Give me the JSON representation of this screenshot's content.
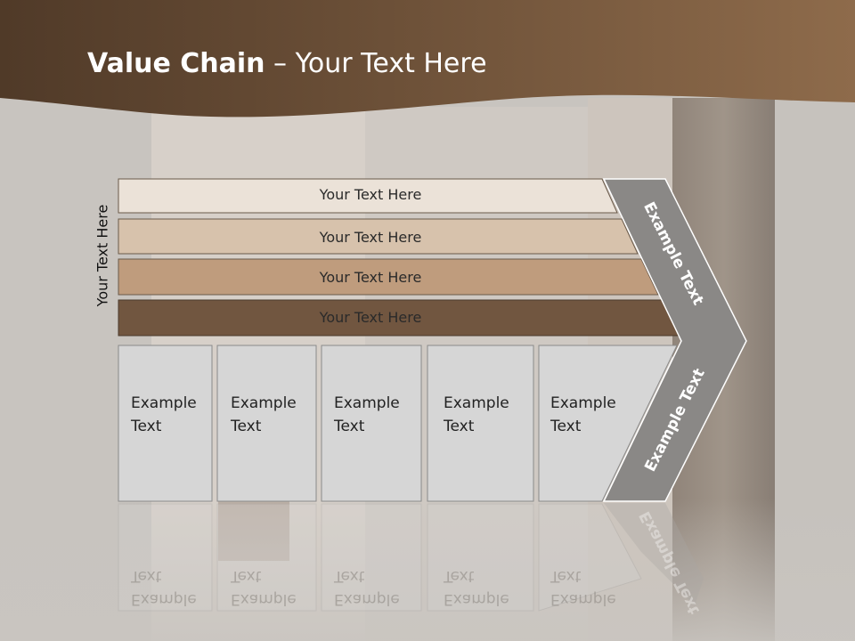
{
  "slide": {
    "title_bold": "Value Chain",
    "title_rest": " – Your Text Here",
    "side_label": "Your Text Here"
  },
  "bands": [
    {
      "label": "Your Text Here",
      "color": "#ebe2d8"
    },
    {
      "label": "Your Text Here",
      "color": "#d7c2ac"
    },
    {
      "label": "Your Text Here",
      "color": "#bf9c7d"
    },
    {
      "label": "Your Text Here",
      "color": "#715640"
    }
  ],
  "boxes": [
    {
      "line1": "Example",
      "line2": "Text"
    },
    {
      "line1": "Example",
      "line2": "Text"
    },
    {
      "line1": "Example",
      "line2": "Text"
    },
    {
      "line1": "Example",
      "line2": "Text"
    },
    {
      "line1": "Example",
      "line2": "Text"
    }
  ],
  "chevron": {
    "upper_label": "Example Text",
    "lower_label": "Example Text",
    "color": "#8a8886"
  },
  "colors": {
    "header_dark": "#4a3525",
    "header_light": "#8c6a4c",
    "background": "#c9c5c0",
    "box_fill": "#d6d6d6"
  }
}
